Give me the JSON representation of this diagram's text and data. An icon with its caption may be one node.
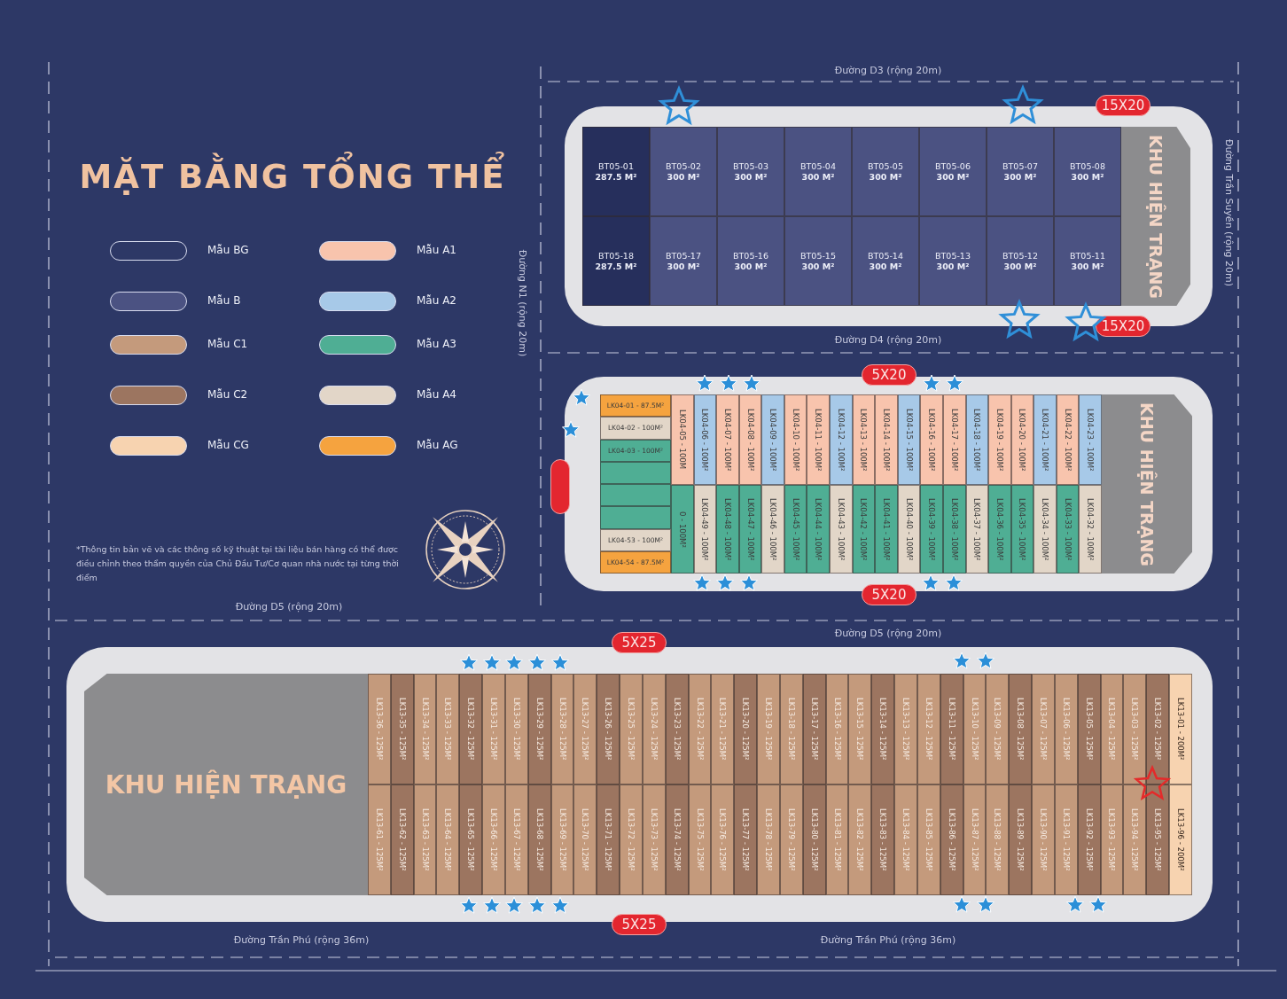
{
  "diagram": {
    "title": "MẶT BẰNG TỔNG THỂ",
    "nodes": [
      {
        "text": [],
        "shape": "band"
      },
      {
        "text": [
          "BT05-01",
          "287.5 M²"
        ],
        "in": 0
      },
      {
        "text": [
          "BT05-02",
          "300 M²"
        ],
        "in": 0
      },
      {
        "text": [
          "BT05-03",
          "300 M²"
        ],
        "in": 0
      },
      {
        "text": [
          "BT05-04",
          "300 M²"
        ],
        "in": 0
      },
      {
        "text": [
          "BT05-05",
          "300 M²"
        ],
        "in": 0
      },
      {
        "text": [
          "BT05-06",
          "300 M²"
        ],
        "in": 0
      },
      {
        "text": [
          "BT05-07",
          "300 M²"
        ],
        "in": 0
      },
      {
        "text": [
          "BT05-08",
          "300 M²"
        ],
        "in": 0
      },
      {
        "text": [
          "BT05-18",
          "287.5 M²"
        ],
        "in": 0
      },
      {
        "text": [
          "BT05-17",
          "300 M²"
        ],
        "in": 0
      },
      {
        "text": [
          "BT05-16",
          "300 M²"
        ],
        "in": 0
      },
      {
        "text": [
          "BT05-15",
          "300 M²"
        ],
        "in": 0
      },
      {
        "text": [
          "BT05-14",
          "300 M²"
        ],
        "in": 0
      },
      {
        "text": [
          "BT05-13",
          "300 M²"
        ],
        "in": 0
      },
      {
        "text": [
          "BT05-12",
          "300 M²"
        ],
        "in": 0
      },
      {
        "text": [
          "BT05-11",
          "300 M²"
        ],
        "in": 0
      },
      {
        "text": [
          "KHU HIỆN TRẠNG"
        ],
        "in": 0
      },
      {
        "text": [
          "15X20"
        ]
      },
      {
        "text": [
          "15X20"
        ]
      },
      {
        "text": [],
        "shape": "band"
      },
      {
        "text": [
          "LK04-01 - 87.5M²"
        ],
        "in": 20
      },
      {
        "text": [
          "LK04-02 - 100M²"
        ],
        "in": 20
      },
      {
        "text": [
          "LK04-03 - 100M²"
        ],
        "in": 20
      },
      {
        "text": [],
        "shape": "box",
        "in": 20
      },
      {
        "text": [],
        "shape": "box",
        "in": 20
      },
      {
        "text": [],
        "shape": "box",
        "in": 20
      },
      {
        "text": [
          "LK04-53 - 100M²"
        ],
        "in": 20
      },
      {
        "text": [
          "LK04-54 - 87.5M²"
        ],
        "in": 20
      },
      {
        "text": [
          "LK04-05 - 100M"
        ],
        "in": 20
      },
      {
        "text": [
          "LK04-06 - 100M²"
        ],
        "in": 20
      },
      {
        "text": [
          "LK04-07 - 100M²"
        ],
        "in": 20
      },
      {
        "text": [
          "LK04-08 - 100M²"
        ],
        "in": 20
      },
      {
        "text": [
          "LK04-09 - 100M²"
        ],
        "in": 20
      },
      {
        "text": [
          "LK04-10 - 100M²"
        ],
        "in": 20
      },
      {
        "text": [
          "LK04-11 - 100M²"
        ],
        "in": 20
      },
      {
        "text": [
          "LK04-12 - 100M²"
        ],
        "in": 20
      },
      {
        "text": [
          "LK04-13 - 100M²"
        ],
        "in": 20
      },
      {
        "text": [
          "LK04-14 - 100M²"
        ],
        "in": 20
      },
      {
        "text": [
          "LK04-15 - 100M²"
        ],
        "in": 20
      },
      {
        "text": [
          "LK04-16 - 100M²"
        ],
        "in": 20
      },
      {
        "text": [
          "LK04-17 - 100M²"
        ],
        "in": 20
      },
      {
        "text": [
          "LK04-18 - 100M²"
        ],
        "in": 20
      },
      {
        "text": [
          "LK04-19 - 100M²"
        ],
        "in": 20
      },
      {
        "text": [
          "LK04-20 - 100M²"
        ],
        "in": 20
      },
      {
        "text": [
          "LK04-21 - 100M²"
        ],
        "in": 20
      },
      {
        "text": [
          "LK04-22 - 100M²"
        ],
        "in": 20
      },
      {
        "text": [
          "LK04-23 - 100M²"
        ],
        "in": 20
      },
      {
        "text": [
          "0 - 100M²"
        ],
        "in": 20
      },
      {
        "text": [
          "LK04-49 - 100M²"
        ],
        "in": 20
      },
      {
        "text": [
          "LK04-48 - 100M²"
        ],
        "in": 20
      },
      {
        "text": [
          "LK04-47 - 100M²"
        ],
        "in": 20
      },
      {
        "text": [
          "LK04-46 - 100M²"
        ],
        "in": 20
      },
      {
        "text": [
          "LK04-45 - 100M²"
        ],
        "in": 20
      },
      {
        "text": [
          "LK04-44 - 100M²"
        ],
        "in": 20
      },
      {
        "text": [
          "LK04-43 - 100M²"
        ],
        "in": 20
      },
      {
        "text": [
          "LK04-42 - 100M²"
        ],
        "in": 20
      },
      {
        "text": [
          "LK04-41 - 100M²"
        ],
        "in": 20
      },
      {
        "text": [
          "LK04-40 - 100M²"
        ],
        "in": 20
      },
      {
        "text": [
          "LK04-39 - 100M²"
        ],
        "in": 20
      },
      {
        "text": [
          "LK04-38 - 100M²"
        ],
        "in": 20
      },
      {
        "text": [
          "LK04-37 - 100M²"
        ],
        "in": 20
      },
      {
        "text": [
          "LK04-36 - 100M²"
        ],
        "in": 20
      },
      {
        "text": [
          "LK04-35 - 100M²"
        ],
        "in": 20
      },
      {
        "text": [
          "LK04-34 - 100M²"
        ],
        "in": 20
      },
      {
        "text": [
          "LK04-33 - 100M²"
        ],
        "in": 20
      },
      {
        "text": [
          "LK04-32 - 100M²"
        ],
        "in": 20
      },
      {
        "text": [
          "KHU HIỆN TRẠNG"
        ],
        "in": 20
      },
      {
        "text": [
          "5X20"
        ]
      },
      {
        "text": [
          "5X20"
        ]
      },
      {
        "text": [],
        "shape": "bar"
      },
      {
        "text": [],
        "shape": "band"
      },
      {
        "text": [
          "KHU HIỆN TRẠNG"
        ],
        "in": 71
      },
      {
        "text": [
          "LK13-36 - 125M²"
        ],
        "in": 71
      },
      {
        "text": [
          "LK13-35 - 125M²"
        ],
        "in": 71
      },
      {
        "text": [
          "LK13-34 - 125M²"
        ],
        "in": 71
      },
      {
        "text": [
          "LK13-33 - 125M²"
        ],
        "in": 71
      },
      {
        "text": [
          "LK13-32 - 125M²"
        ],
        "in": 71
      },
      {
        "text": [
          "LK13-31 - 125M²"
        ],
        "in": 71
      },
      {
        "text": [
          "LK13-30 - 125M²"
        ],
        "in": 71
      },
      {
        "text": [
          "LK13-29 - 125M²"
        ],
        "in": 71
      },
      {
        "text": [
          "LK13-28 - 125M²"
        ],
        "in": 71
      },
      {
        "text": [
          "LK13-27 - 125M²"
        ],
        "in": 71
      },
      {
        "text": [
          "LK13-26 - 125M²"
        ],
        "in": 71
      },
      {
        "text": [
          "LK13-25 - 125M²"
        ],
        "in": 71
      },
      {
        "text": [
          "LK13-24 - 125M²"
        ],
        "in": 71
      },
      {
        "text": [
          "LK13-23 - 125M²"
        ],
        "in": 71
      },
      {
        "text": [
          "LK13-22 - 125M²"
        ],
        "in": 71
      },
      {
        "text": [
          "LK13-21 - 125M²"
        ],
        "in": 71
      },
      {
        "text": [
          "LK13-20 - 125M²"
        ],
        "in": 71
      },
      {
        "text": [
          "LK13-19 - 125M²"
        ],
        "in": 71
      },
      {
        "text": [
          "LK13-18 - 125M²"
        ],
        "in": 71
      },
      {
        "text": [
          "LK13-17 - 125M²"
        ],
        "in": 71
      },
      {
        "text": [
          "LK13-16 - 125M²"
        ],
        "in": 71
      },
      {
        "text": [
          "LK13-15 - 125M²"
        ],
        "in": 71
      },
      {
        "text": [
          "LK13-14 - 125M²"
        ],
        "in": 71
      },
      {
        "text": [
          "LK13-13 - 125M²"
        ],
        "in": 71
      },
      {
        "text": [
          "LK13-12 - 125M²"
        ],
        "in": 71
      },
      {
        "text": [
          "LK13-11 - 125M²"
        ],
        "in": 71
      },
      {
        "text": [
          "LK13-10 - 125M²"
        ],
        "in": 71
      },
      {
        "text": [
          "LK13-09 - 125M²"
        ],
        "in": 71
      },
      {
        "text": [
          "LK13-08 - 125M²"
        ],
        "in": 71
      },
      {
        "text": [
          "LK13-07 - 125M²"
        ],
        "in": 71
      },
      {
        "text": [
          "LK13-06 - 125M²"
        ],
        "in": 71
      },
      {
        "text": [
          "LK13-05 - 125M²"
        ],
        "in": 71
      },
      {
        "text": [
          "LK13-04 - 125M²"
        ],
        "in": 71
      },
      {
        "text": [
          "LK13-03 - 125M²"
        ],
        "in": 71
      },
      {
        "text": [
          "LK13-02 - 125M²"
        ],
        "in": 71
      },
      {
        "text": [
          "LK13-01 - 200M²"
        ],
        "in": 71
      },
      {
        "text": [
          "LK13-61 - 125M²"
        ],
        "in": 71
      },
      {
        "text": [
          "LK13-62 - 125M²"
        ],
        "in": 71
      },
      {
        "text": [
          "LK13-63 - 125M²"
        ],
        "in": 71
      },
      {
        "text": [
          "LK13-64 - 125M²"
        ],
        "in": 71
      },
      {
        "text": [
          "LK13-65 - 125M²"
        ],
        "in": 71
      },
      {
        "text": [
          "LK13-66 - 125M²"
        ],
        "in": 71
      },
      {
        "text": [
          "LK13-67 - 125M²"
        ],
        "in": 71
      },
      {
        "text": [
          "LK13-68 - 125M²"
        ],
        "in": 71
      },
      {
        "text": [
          "LK13-69 - 125M²"
        ],
        "in": 71
      },
      {
        "text": [
          "LK13-70 - 125M²"
        ],
        "in": 71
      },
      {
        "text": [
          "LK13-71 - 125M²"
        ],
        "in": 71
      },
      {
        "text": [
          "LK13-72 - 125M²"
        ],
        "in": 71
      },
      {
        "text": [
          "LK13-73 - 125M²"
        ],
        "in": 71
      },
      {
        "text": [
          "LK13-74 - 125M²"
        ],
        "in": 71
      },
      {
        "text": [
          "LK13-75 - 125M²"
        ],
        "in": 71
      },
      {
        "text": [
          "LK13-76 - 125M²"
        ],
        "in": 71
      },
      {
        "text": [
          "LK13-77 - 125M²"
        ],
        "in": 71
      },
      {
        "text": [
          "LK13-78 - 125M²"
        ],
        "in": 71
      },
      {
        "text": [
          "LK13-79 - 125M²"
        ],
        "in": 71
      },
      {
        "text": [
          "LK13-80 - 125M²"
        ],
        "in": 71
      },
      {
        "text": [
          "LK13-81 - 125M²"
        ],
        "in": 71
      },
      {
        "text": [
          "LK13-82 - 125M²"
        ],
        "in": 71
      },
      {
        "text": [
          "LK13-83 - 125M²"
        ],
        "in": 71
      },
      {
        "text": [
          "LK13-84 - 125M²"
        ],
        "in": 71
      },
      {
        "text": [
          "LK13-85 - 125M²"
        ],
        "in": 71
      },
      {
        "text": [
          "LK13-86 - 125M²"
        ],
        "in": 71
      },
      {
        "text": [
          "LK13-87 - 125M²"
        ],
        "in": 71
      },
      {
        "text": [
          "LK13-88 - 125M²"
        ],
        "in": 71
      },
      {
        "text": [
          "LK13-89 - 125M²"
        ],
        "in": 71
      },
      {
        "text": [
          "LK13-90 - 125M²"
        ],
        "in": 71
      },
      {
        "text": [
          "LK13-91 - 125M²"
        ],
        "in": 71
      },
      {
        "text": [
          "LK13-92 - 125M²"
        ],
        "in": 71
      },
      {
        "text": [
          "LK13-93 - 125M²"
        ],
        "in": 71
      },
      {
        "text": [
          "LK13-94 - 125M²"
        ],
        "in": 71
      },
      {
        "text": [
          "LK13-95 - 125M²"
        ],
        "in": 71
      },
      {
        "text": [
          "LK13-96 - 200M²"
        ],
        "in": 71
      },
      {
        "text": [
          "5X25"
        ]
      },
      {
        "text": [
          "5X25"
        ]
      }
    ],
    "labels": [
      "Đường D3 (rộng 20m)",
      "Đường Trần Suyền (rộng 20m)",
      "Đường N1 (rộng 20m)",
      "Đường D4 (rộng 20m)",
      "*Thông tin bản vẽ và các thông số kỹ thuật tại tài liệu bán hàng có thể được điều chỉnh theo thẩm quyền của Chủ Đầu Tư/Cơ quan nhà nước tại từng thời điểm",
      "Đường D5 (rộng 20m)",
      "Đường D5 (rộng 20m)",
      "Đường Trần Phú (rộng 36m)",
      "Đường Trần Phú (rộng 36m)"
    ],
    "legend": [
      {
        "text": "Mẫu BG"
      },
      {
        "text": "Mẫu A1",
        "color": "#f8c4ad"
      },
      {
        "text": "Mẫu B",
        "color": "#4b5282"
      },
      {
        "text": "Mẫu A2",
        "color": "#a7c9e8"
      },
      {
        "text": "Mẫu C1",
        "color": "#c49a7c"
      },
      {
        "text": "Mẫu A3",
        "color": "#4fae94"
      },
      {
        "text": "Mẫu C2",
        "color": "#9c7560"
      },
      {
        "text": "Mẫu A4",
        "color": "#e2d6c8"
      },
      {
        "text": "Mẫu CG",
        "color": "#f7d3b0"
      },
      {
        "text": "Mẫu AG",
        "color": "#f5a33f"
      }
    ]
  }
}
